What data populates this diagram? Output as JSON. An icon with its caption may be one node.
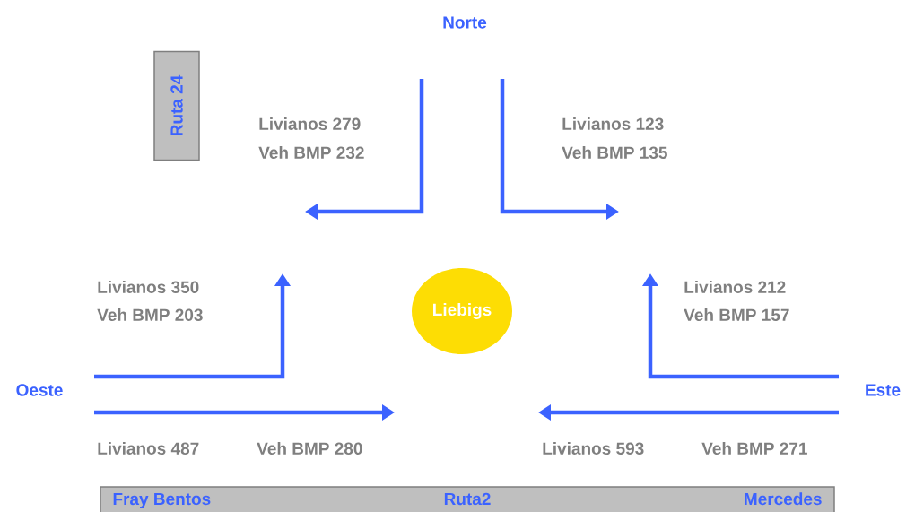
{
  "diagram": {
    "nodes": [
      {
        "text": [
          "Norte"
        ]
      },
      {
        "text": [
          "Ruta 24"
        ]
      },
      {
        "text": [
          "Liebigs"
        ]
      },
      {
        "text": [
          "Oeste"
        ]
      },
      {
        "text": [
          "Este"
        ]
      },
      {
        "text": [
          "Fray Bentos",
          "Ruta2",
          "Mercedes"
        ]
      }
    ],
    "edges": [
      {
        "from": 0,
        "to": null,
        "arrow": "to"
      },
      {
        "from": 0,
        "to": null,
        "arrow": "to"
      },
      {
        "from": 3,
        "to": null,
        "arrow": "to"
      },
      {
        "from": 3,
        "to": null,
        "arrow": "to"
      },
      {
        "from": 4,
        "to": null,
        "arrow": "to"
      },
      {
        "from": 4,
        "to": null,
        "arrow": "to"
      }
    ],
    "labels": [
      "Livianos 279",
      "Veh BMP 232",
      "Livianos 123",
      "Veh BMP 135",
      "Livianos 350",
      "Veh BMP 203",
      "Livianos 212",
      "Veh BMP 157",
      "Livianos 487",
      "Veh BMP 280",
      "Livianos 593",
      "Veh BMP 271"
    ]
  }
}
